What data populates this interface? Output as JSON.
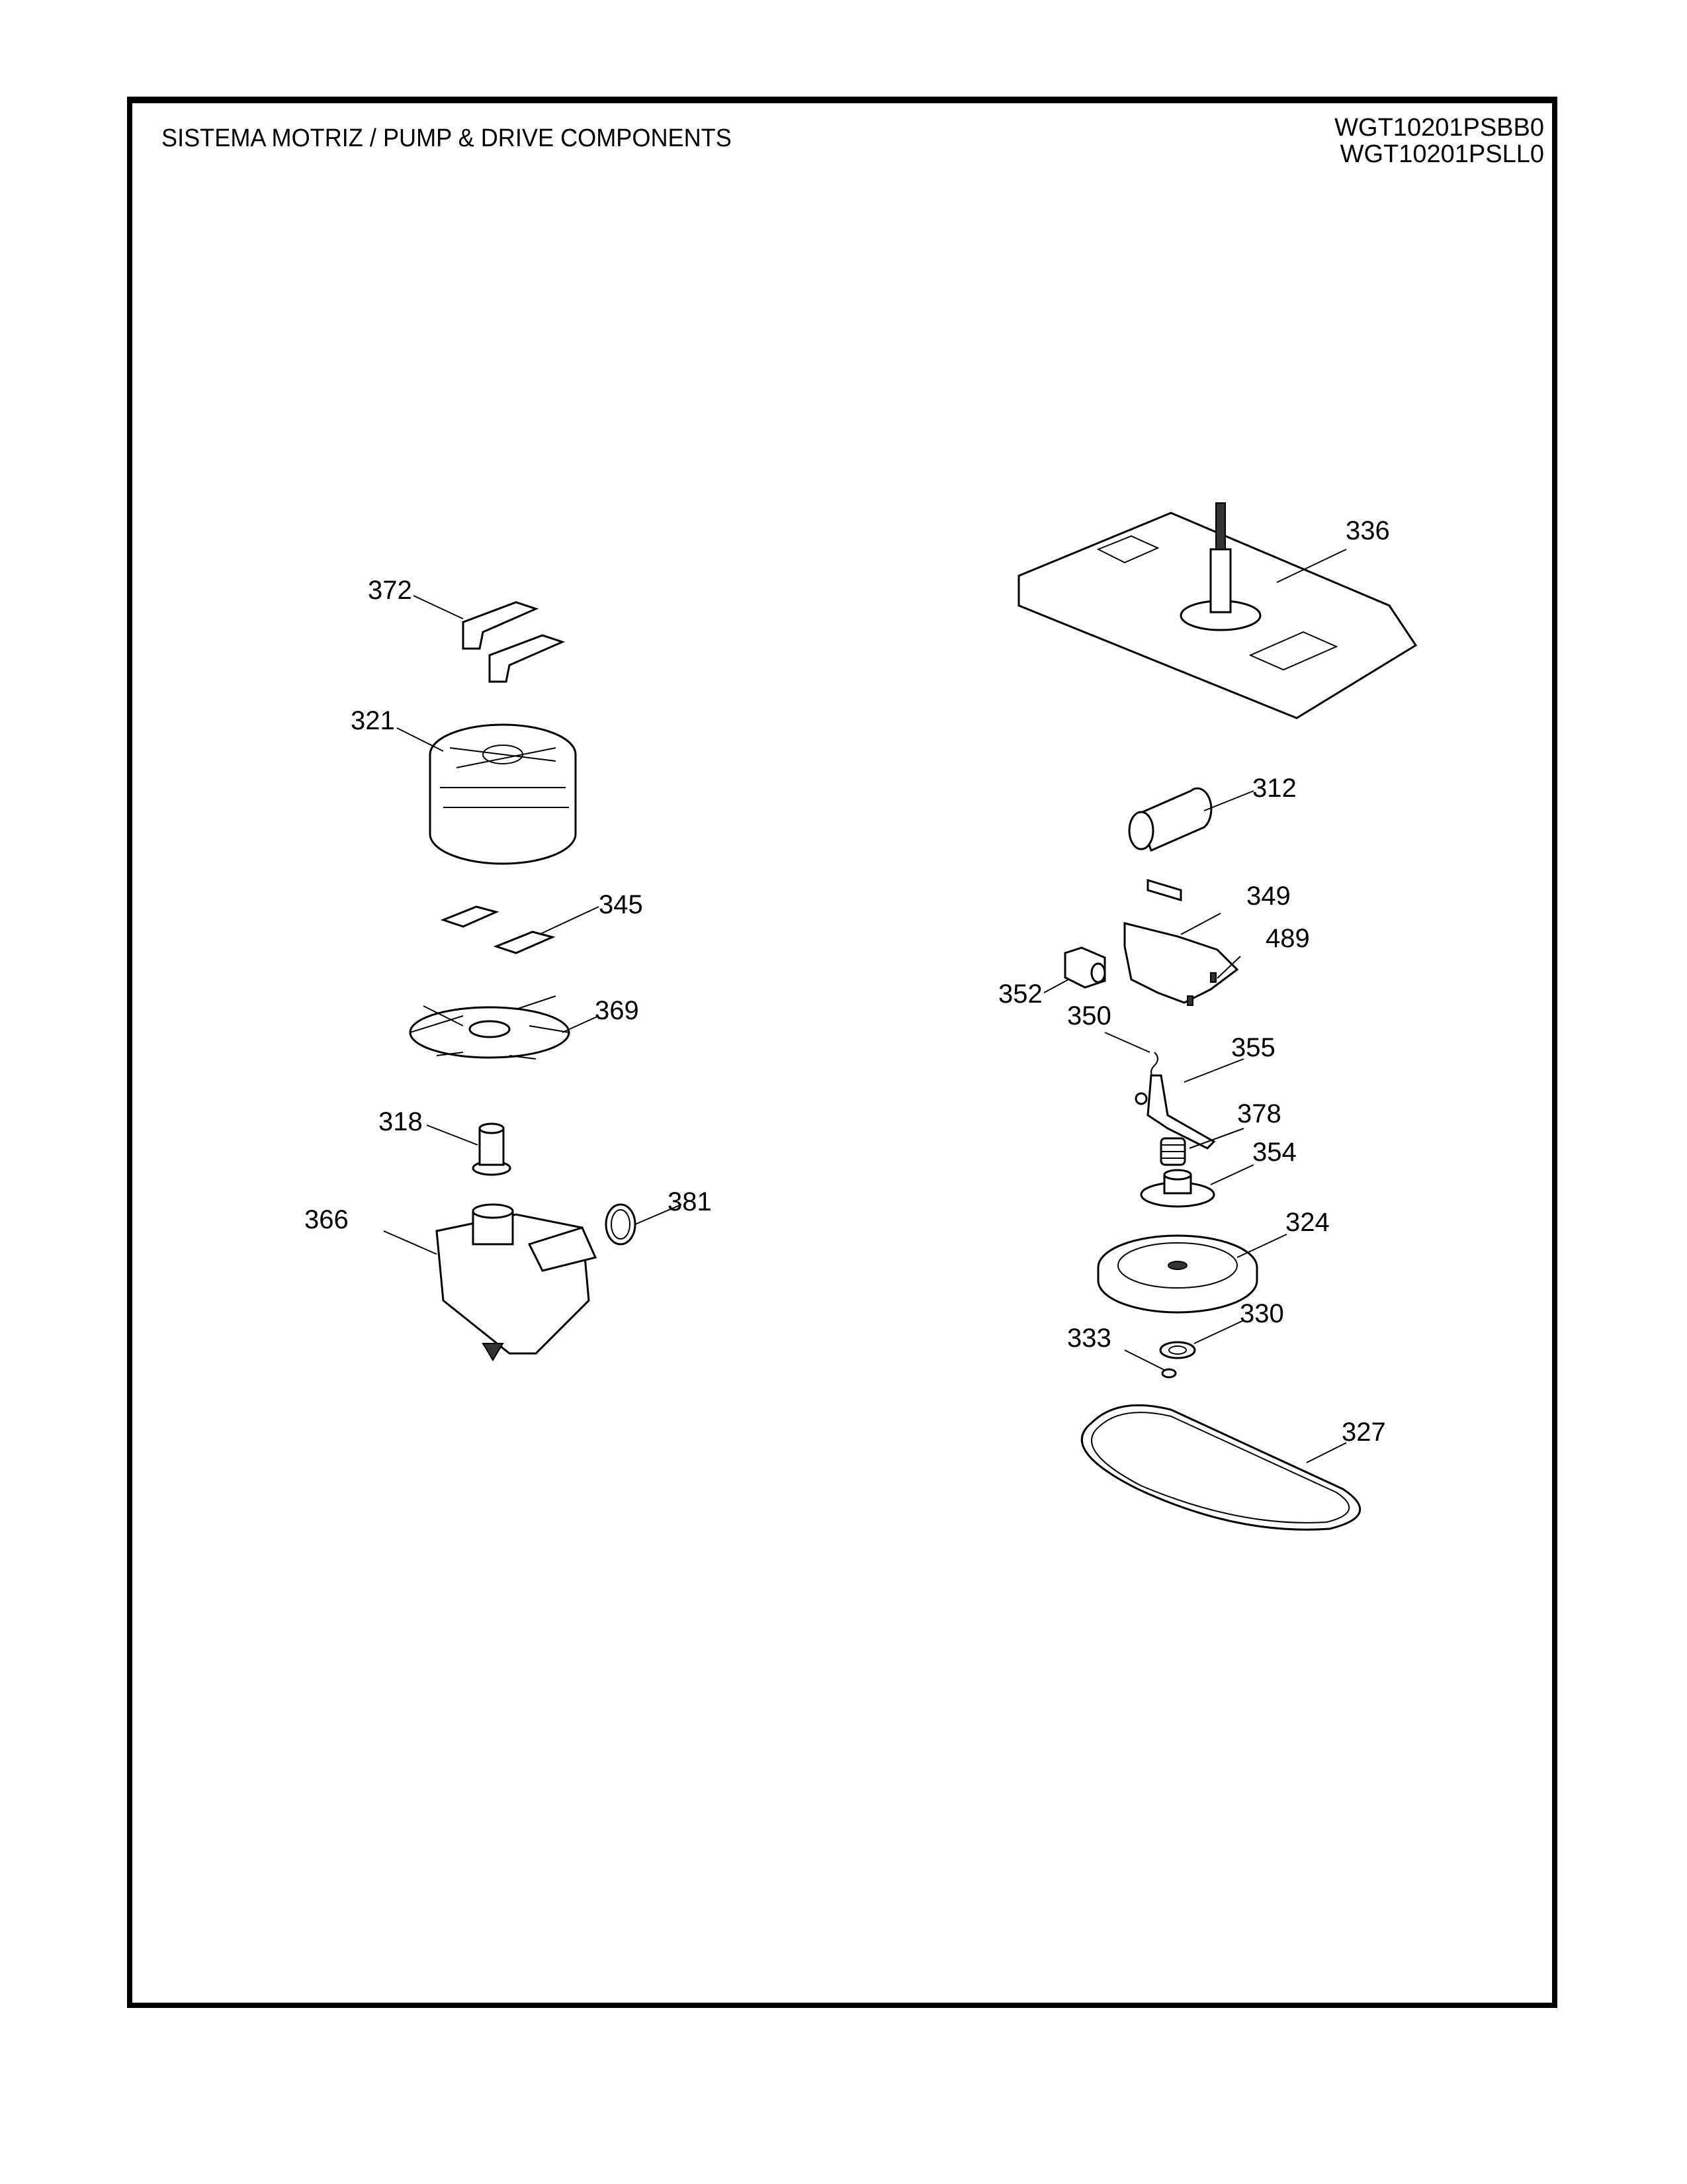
{
  "header": {
    "title": "SISTEMA MOTRIZ / PUMP  &  DRIVE COMPONENTS",
    "models": [
      "WGT10201PSBB0",
      "WGT10201PSLL0"
    ]
  },
  "callouts": {
    "c372": "372",
    "c321": "321",
    "c345": "345",
    "c369": "369",
    "c318": "318",
    "c366": "366",
    "c381": "381",
    "c336": "336",
    "c312": "312",
    "c349": "349",
    "c489": "489",
    "c352": "352",
    "c350": "350",
    "c355": "355",
    "c378": "378",
    "c354": "354",
    "c324": "324",
    "c330": "330",
    "c333": "333",
    "c327": "327"
  }
}
